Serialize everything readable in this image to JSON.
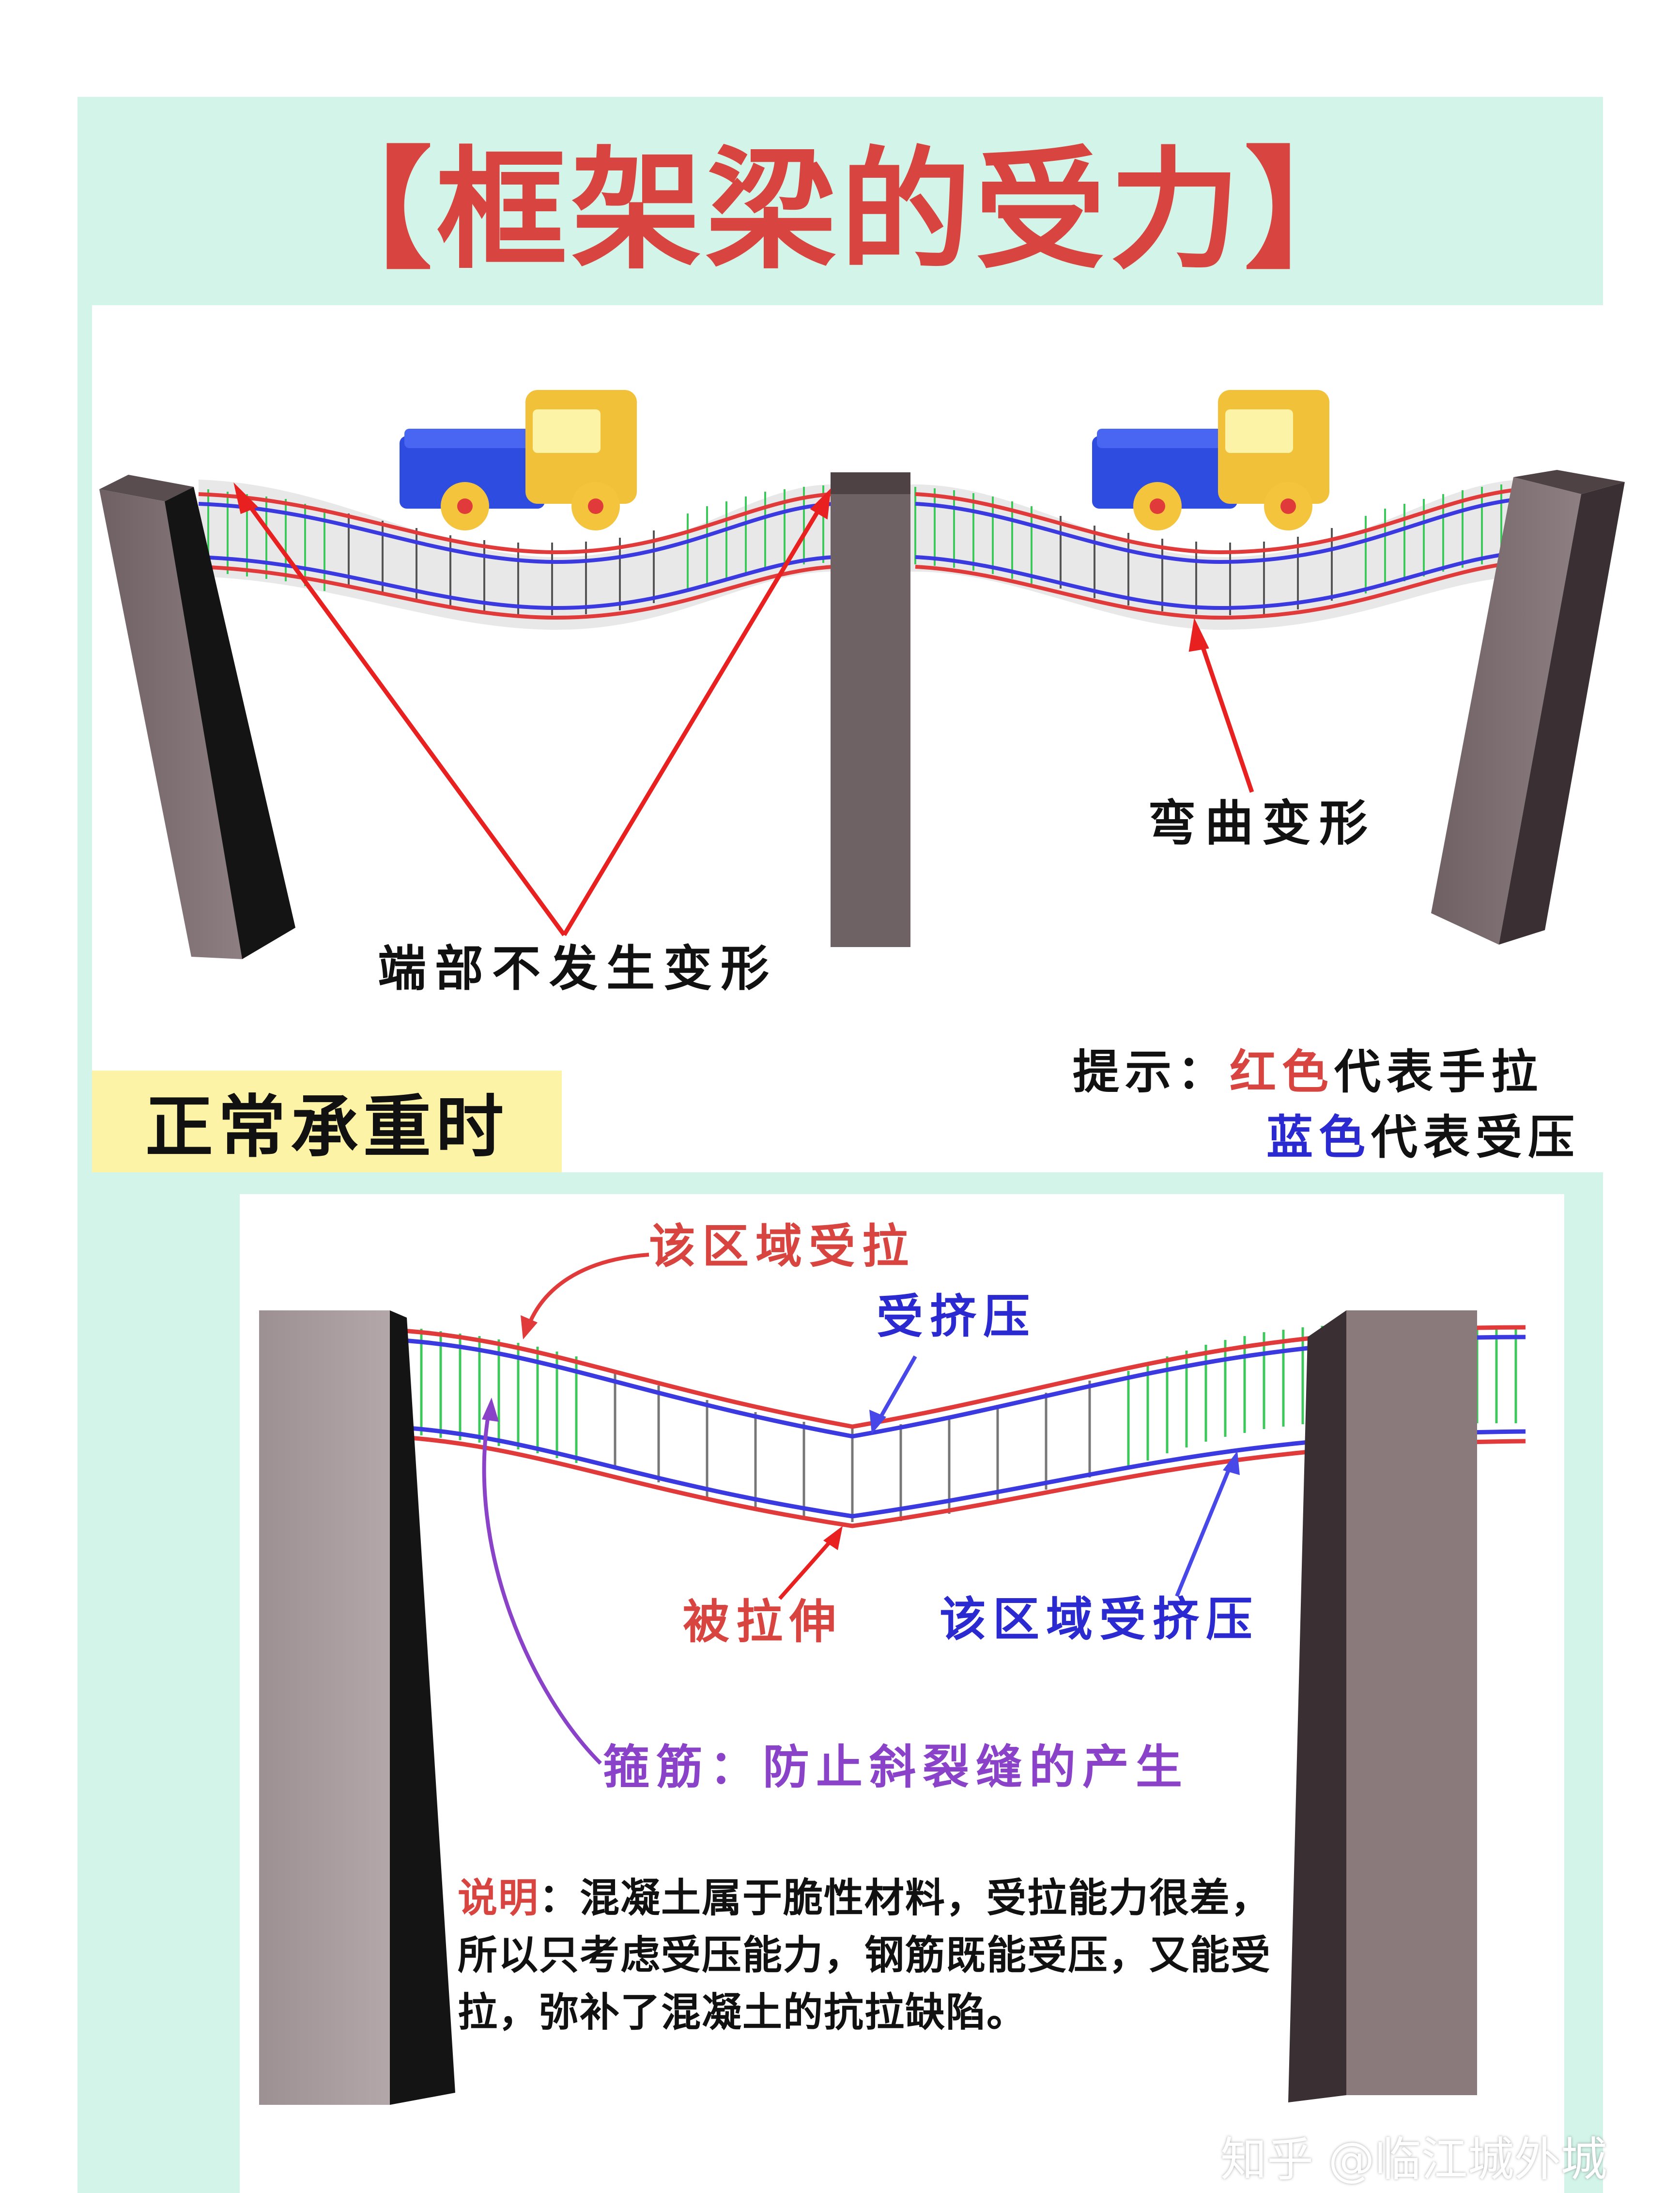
{
  "title": "【框架梁的受力】",
  "diagram1": {
    "label_ends": "端部不发生变形",
    "label_bending": "弯曲变形",
    "hint_prefix": "提示：",
    "hint_red_word": "红色",
    "hint_red_rest": "代表手拉",
    "hint_blue_word": "蓝色",
    "hint_blue_rest": "代表受压",
    "badge": "正常承重时"
  },
  "diagram2": {
    "label_tension_zone": "该区域受拉",
    "label_compressed": "受挤压",
    "label_stretched": "被拉伸",
    "label_compression_zone": "该区域受挤压",
    "label_stirrup": "箍筋：防止斜裂缝的产生",
    "note_key": "说明",
    "note_text": "：混凝土属于脆性材料，受拉能力很差，所以只考虑受压能力，钢筋既能受压，又能受拉，弥补了混凝土的抗拉缺陷。"
  },
  "colors": {
    "title_red": "#d8443f",
    "tension_red": "#e03a3a",
    "compression_blue": "#3a3ae0",
    "stirrup_green": "#3cc85a",
    "stirrup_purple": "#8a43c8",
    "mint_background": "#d3f4e8",
    "badge_yellow": "#fdf3a6",
    "column_gray": "#8a7a7c"
  },
  "watermark": "知乎 @临江城外城"
}
